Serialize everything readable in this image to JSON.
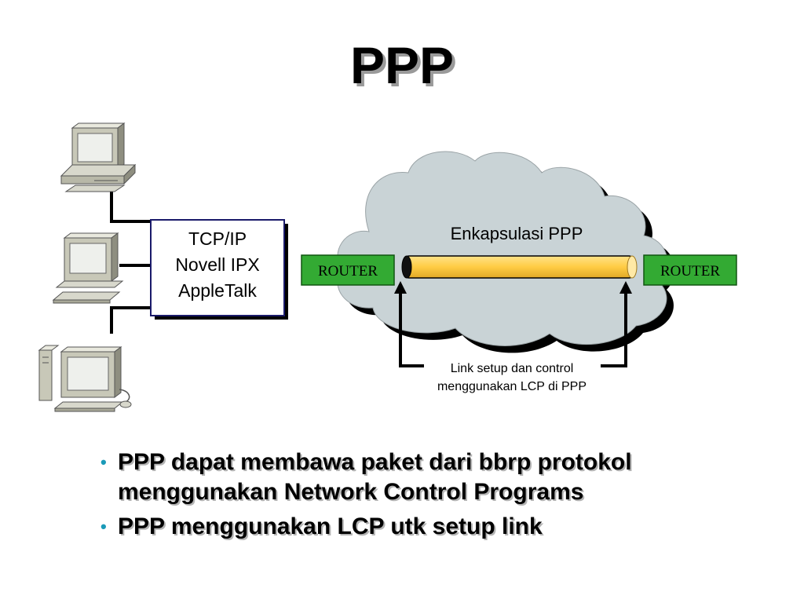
{
  "slide": {
    "title": "PPP"
  },
  "protocol_box": {
    "lines": [
      "TCP/IP",
      "Novell IPX",
      "AppleTalk"
    ]
  },
  "cloud": {
    "label": "Enkapsulasi PPP"
  },
  "routers": {
    "left": "ROUTER",
    "right": "ROUTER"
  },
  "annotation": {
    "line1": "Link setup dan control",
    "line2": "menggunakan LCP di PPP"
  },
  "bullets": [
    {
      "text_line1": "PPP dapat membawa paket dari bbrp protokol",
      "text_line2": "menggunakan Network Control Programs"
    },
    {
      "text_line1": "PPP menggunakan LCP utk setup link",
      "text_line2": ""
    }
  ],
  "colors": {
    "router_fill": "#33aa33",
    "pipe_fill": "#ffcc44",
    "cloud_fill": "#c9d3d6",
    "protocol_box_border": "#1a1a6a",
    "bullet_dot": "#1a9ab8"
  }
}
